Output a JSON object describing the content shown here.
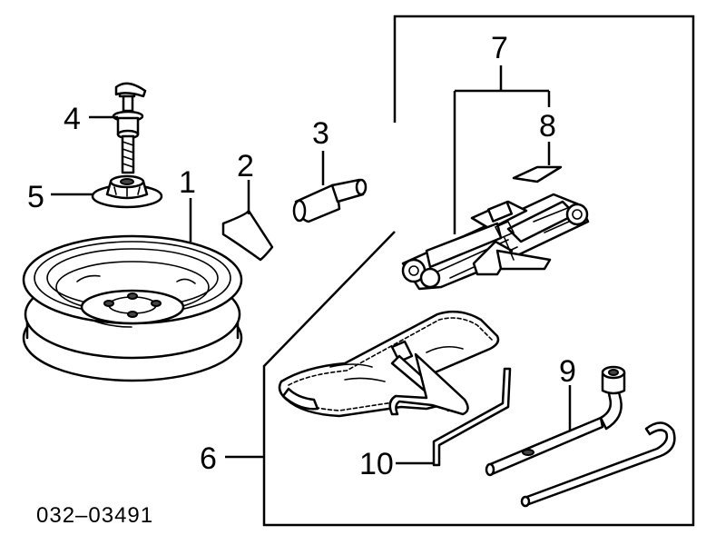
{
  "callouts": {
    "c1": "1",
    "c2": "2",
    "c3": "3",
    "c4": "4",
    "c5": "5",
    "c6": "6",
    "c7": "7",
    "c8": "8",
    "c9": "9",
    "c10": "10"
  },
  "part_number": "032–03491",
  "icons": {
    "spare-wheel": "spare-wheel-icon",
    "label-sticker": "label-sticker-icon",
    "valve-stem": "valve-stem-icon",
    "hold-down-bolt": "hold-down-bolt-icon",
    "wing-nut": "wing-nut-icon",
    "tool-bag": "tool-bag-icon",
    "scissor-jack": "scissor-jack-icon",
    "jack-label": "jack-label-icon",
    "wheel-nut-wrench": "wheel-nut-wrench-icon",
    "jack-handle-bar": "jack-handle-bar-icon",
    "jack-hook": "jack-hook-icon"
  }
}
